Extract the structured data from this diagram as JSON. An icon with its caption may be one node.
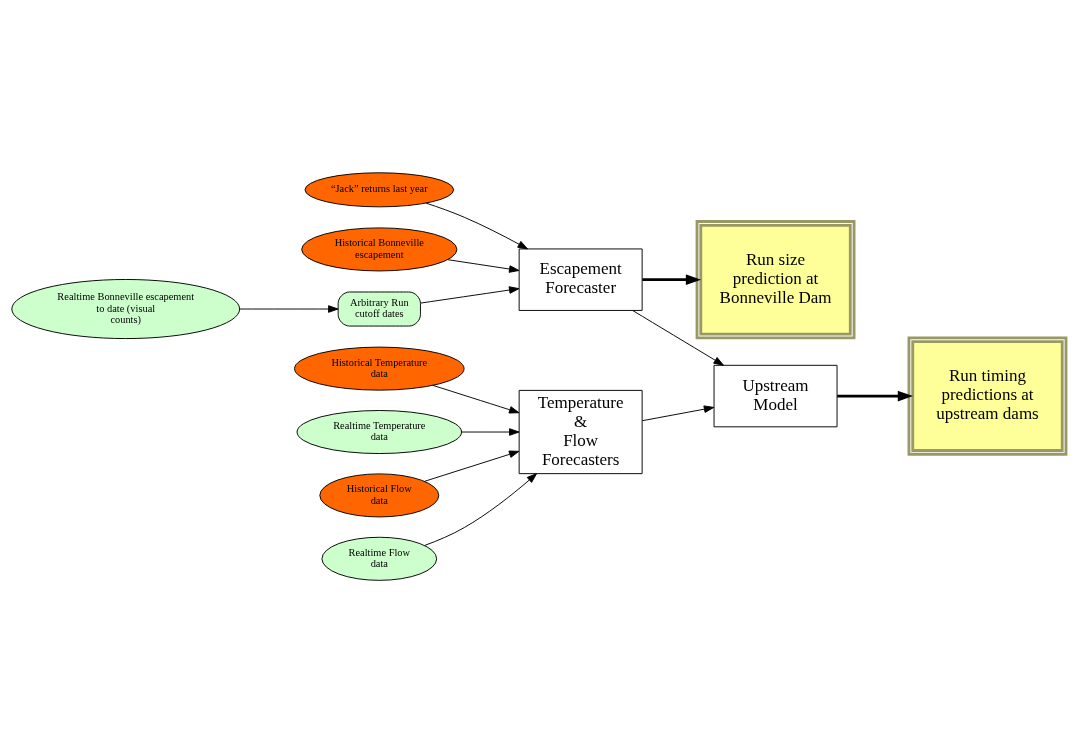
{
  "diagram": {
    "nodes": [
      {
        "text": [
          "“Jack” returns last year"
        ]
      },
      {
        "text": [
          "Historical Bonneville escapement"
        ]
      },
      {
        "text": [
          "Escapement Forecaster"
        ]
      },
      {
        "text": [
          "Run size prediction at Bonneville Dam"
        ]
      },
      {
        "text": [
          "Realtime Bonneville escapement to date (visual counts)"
        ]
      },
      {
        "text": [
          "Arbitrary Run cutoff dates"
        ]
      },
      {
        "text": [
          "Upstream Model"
        ]
      },
      {
        "text": [
          "Historical Temperature data"
        ]
      },
      {
        "text": [
          "Realtime Temperature data"
        ]
      },
      {
        "text": [
          "Historical Flow data"
        ]
      },
      {
        "text": [
          "Realtime Flow data"
        ]
      },
      {
        "text": [
          "Temperature & Flow Forecasters"
        ]
      },
      {
        "text": [
          "Run timing predictions at upstream dams"
        ]
      }
    ],
    "edges": [
      {
        "from": 0,
        "to": 2,
        "arrow": "to"
      },
      {
        "from": 1,
        "to": 2,
        "arrow": "to"
      },
      {
        "from": 5,
        "to": 2,
        "arrow": "to"
      },
      {
        "from": 4,
        "to": 5,
        "arrow": "to"
      },
      {
        "from": 2,
        "to": 3,
        "arrow": "to",
        "style": "thick"
      },
      {
        "from": 2,
        "to": 6,
        "arrow": "to"
      },
      {
        "from": 6,
        "to": 12,
        "arrow": "to",
        "style": "thick"
      },
      {
        "from": 11,
        "to": 6,
        "arrow": "to"
      },
      {
        "from": 7,
        "to": 11,
        "arrow": "to"
      },
      {
        "from": 8,
        "to": 11,
        "arrow": "to"
      },
      {
        "from": 9,
        "to": 11,
        "arrow": "to"
      },
      {
        "from": 10,
        "to": 11,
        "arrow": "to"
      }
    ]
  }
}
